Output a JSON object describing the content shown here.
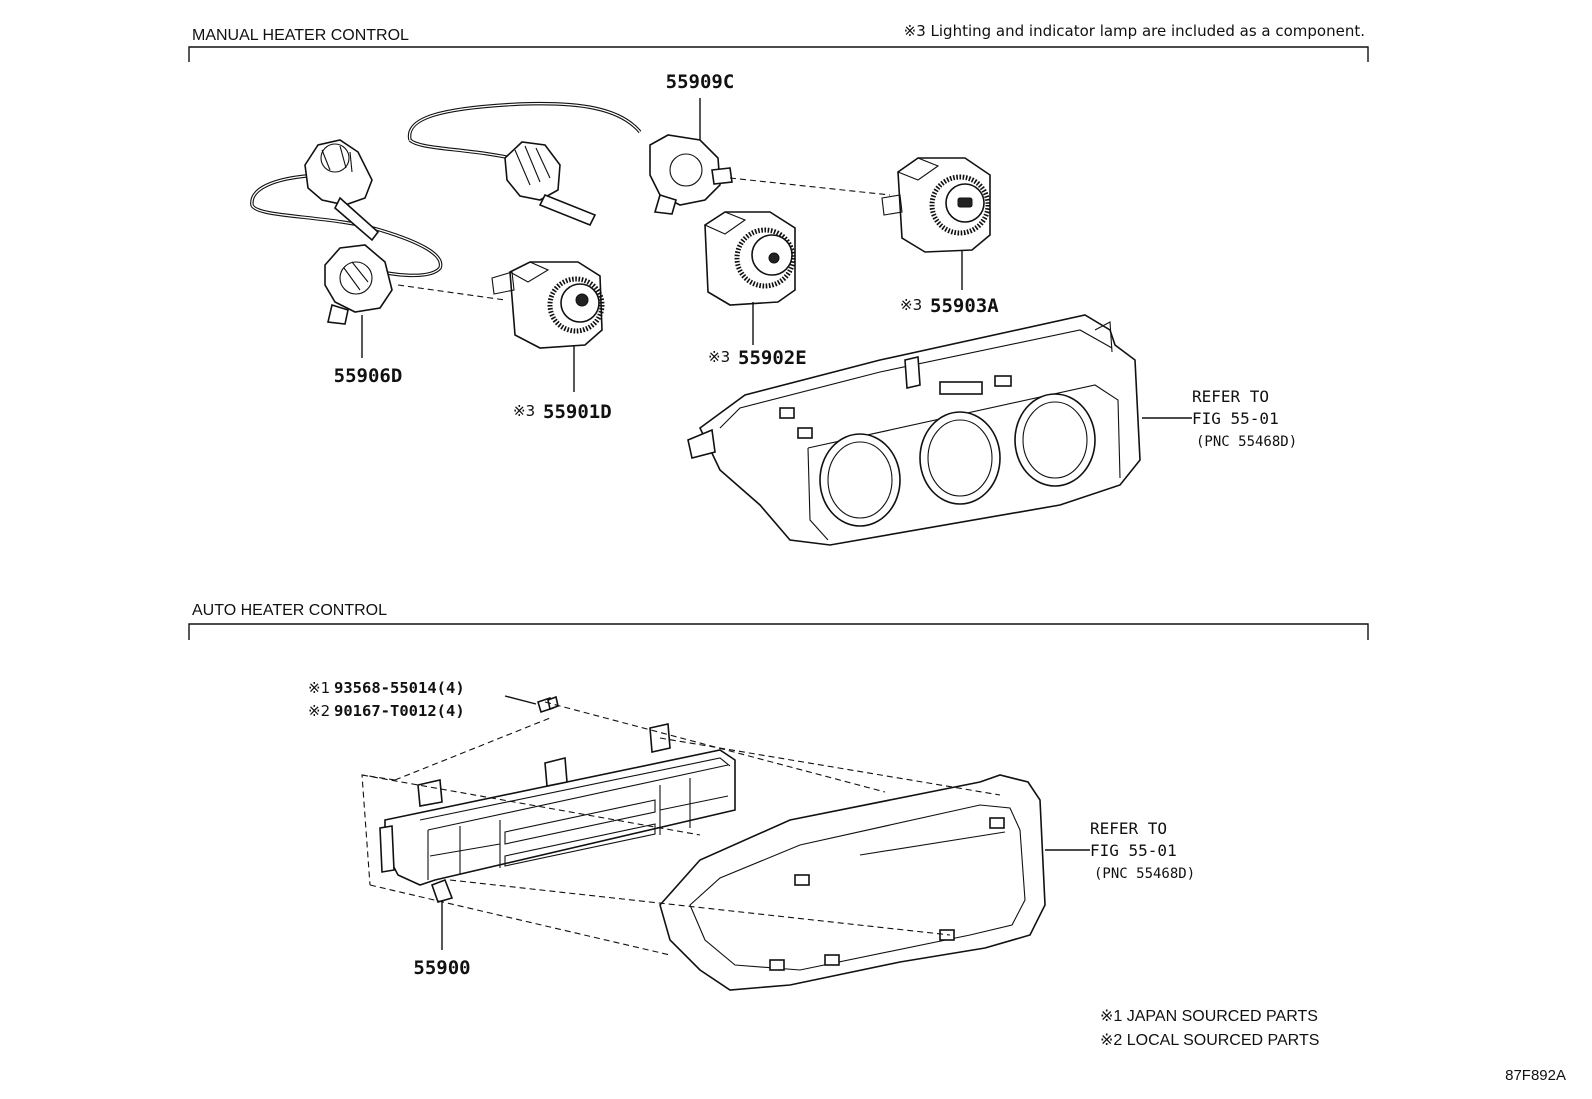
{
  "sections": {
    "manual": {
      "title": "MANUAL HEATER CONTROL"
    },
    "auto": {
      "title": "AUTO HEATER CONTROL"
    }
  },
  "component_note": "※3 Lighting and indicator lamp are included as a component.",
  "parts": {
    "p55909C": {
      "number": "55909C"
    },
    "p55906D": {
      "number": "55906D"
    },
    "p55901D": {
      "mark": "※3",
      "number": "55901D"
    },
    "p55902E": {
      "mark": "※3",
      "number": "55902E"
    },
    "p55903A": {
      "mark": "※3",
      "number": "55903A"
    },
    "p55900": {
      "number": "55900"
    },
    "screw1": {
      "mark": "※1",
      "number": "93568-55014(4)"
    },
    "screw2": {
      "mark": "※2",
      "number": "90167-T0012(4)"
    }
  },
  "refs": {
    "manual": {
      "line1": "REFER TO",
      "line2": "FIG 55-01",
      "line3": "(PNC 55468D)"
    },
    "auto": {
      "line1": "REFER TO",
      "line2": "FIG 55-01",
      "line3": "(PNC 55468D)"
    }
  },
  "legend": {
    "note1": "※1 JAPAN SOURCED PARTS",
    "note2": "※2 LOCAL SOURCED PARTS"
  },
  "figure_code": "87F892A"
}
